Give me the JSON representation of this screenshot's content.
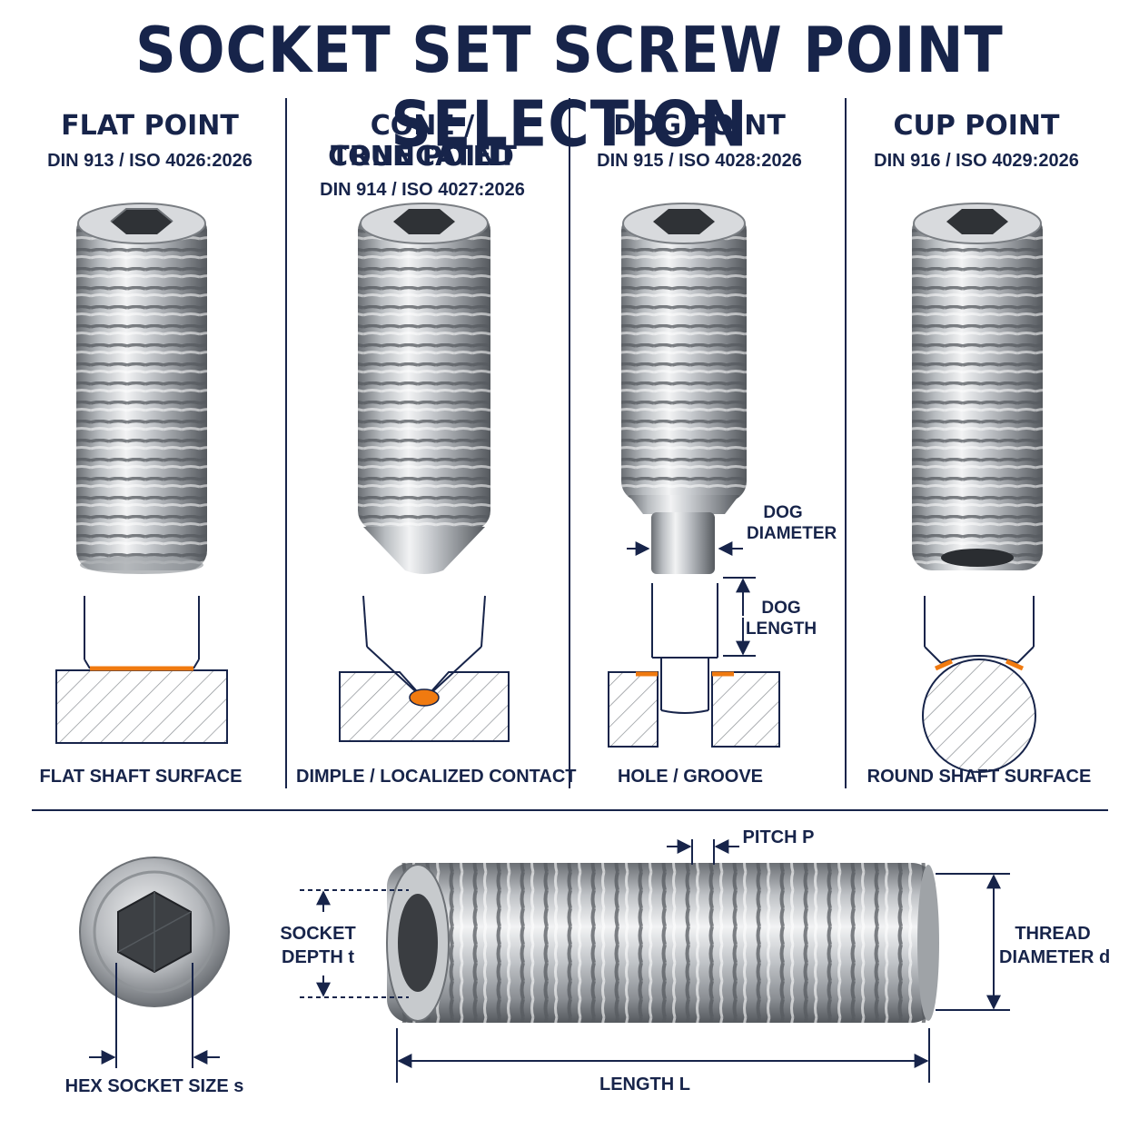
{
  "title": "SOCKET SET SCREW POINT SELECTION",
  "colors": {
    "navy": "#17244a",
    "steel_light": "#e4e6e8",
    "steel_mid": "#a9adb1",
    "steel_dark": "#5d6166",
    "contact_orange": "#f07a10"
  },
  "columns": [
    {
      "name": "FLAT POINT",
      "standard": "DIN 913 / ISO 4026:2026",
      "caption": "FLAT SHAFT SURFACE"
    },
    {
      "name_line1": "CONE / TRUNCATED",
      "name_line2": "CONE POINT",
      "standard": "DIN 914 / ISO 4027:2026",
      "caption": "DIMPLE / LOCALIZED CONTACT"
    },
    {
      "name": "DOG POINT",
      "standard": "DIN 915 / ISO 4028:2026",
      "caption": "HOLE / GROOVE",
      "dog_diameter_line1": "DOG",
      "dog_diameter_line2": "DIAMETER",
      "dog_length_line1": "DOG",
      "dog_length_line2": "LENGTH"
    },
    {
      "name": "CUP POINT",
      "standard": "DIN 916 / ISO 4029:2026",
      "caption": "ROUND SHAFT SURFACE"
    }
  ],
  "dimensions": {
    "hex_socket_size": "HEX SOCKET SIZE s",
    "socket_depth_line1": "SOCKET",
    "socket_depth_line2": "DEPTH t",
    "pitch": "PITCH P",
    "thread_diameter_line1": "THREAD",
    "thread_diameter_line2": "DIAMETER d",
    "length": "LENGTH L"
  }
}
